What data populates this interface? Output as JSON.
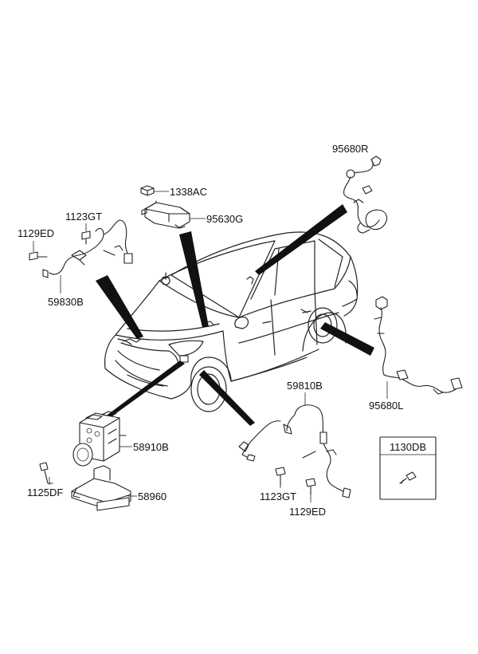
{
  "labels": {
    "p95680R": "95680R",
    "p1338AC": "1338AC",
    "p95630G": "95630G",
    "p1123GT_top": "1123GT",
    "p1129ED_top": "1129ED",
    "p59830B": "59830B",
    "p59810B": "59810B",
    "p95680L": "95680L",
    "p58910B": "58910B",
    "p1125DF": "1125DF",
    "p58960": "58960",
    "p1123GT_bottom": "1123GT",
    "p1129ED_bottom": "1129ED",
    "p1130DB": "1130DB"
  }
}
